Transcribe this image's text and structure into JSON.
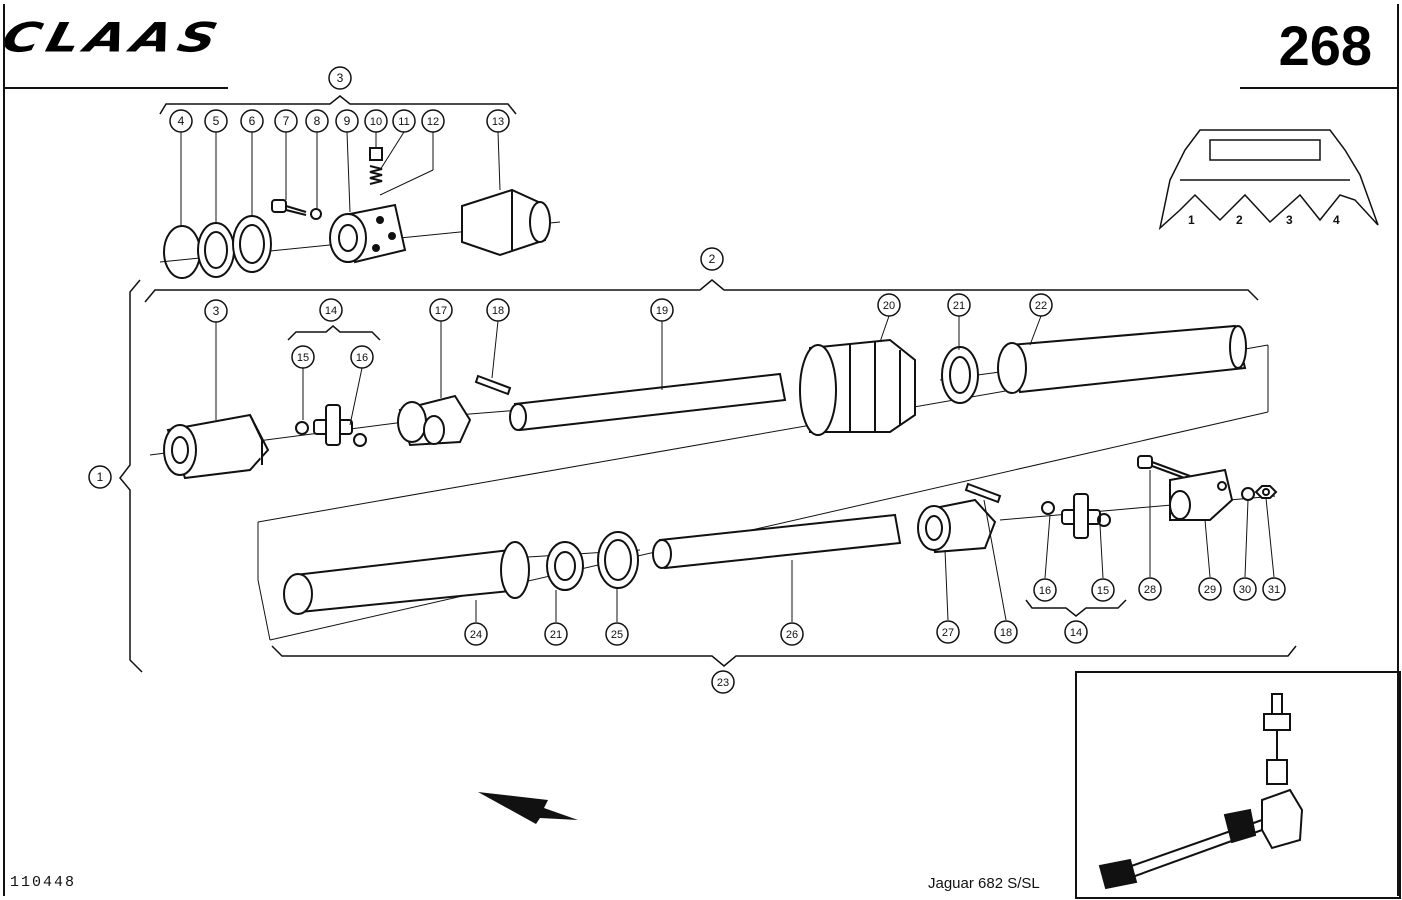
{
  "header": {
    "brand_logo": "CLAAS",
    "page_number": "268"
  },
  "footer": {
    "document_number": "110448",
    "model": "Jaguar 682 S/SL"
  },
  "inset_header_positions": [
    "1",
    "2",
    "3",
    "4"
  ],
  "callouts": [
    "1",
    "2",
    "3",
    "4",
    "5",
    "6",
    "7",
    "8",
    "9",
    "10",
    "11",
    "12",
    "13",
    "14",
    "15",
    "16",
    "17",
    "18",
    "19",
    "20",
    "21",
    "22",
    "23",
    "24",
    "25",
    "26",
    "27",
    "28",
    "29",
    "30",
    "31"
  ],
  "colors": {
    "ink": "#111111",
    "paper": "#ffffff",
    "shade": "#d8d8d8"
  }
}
